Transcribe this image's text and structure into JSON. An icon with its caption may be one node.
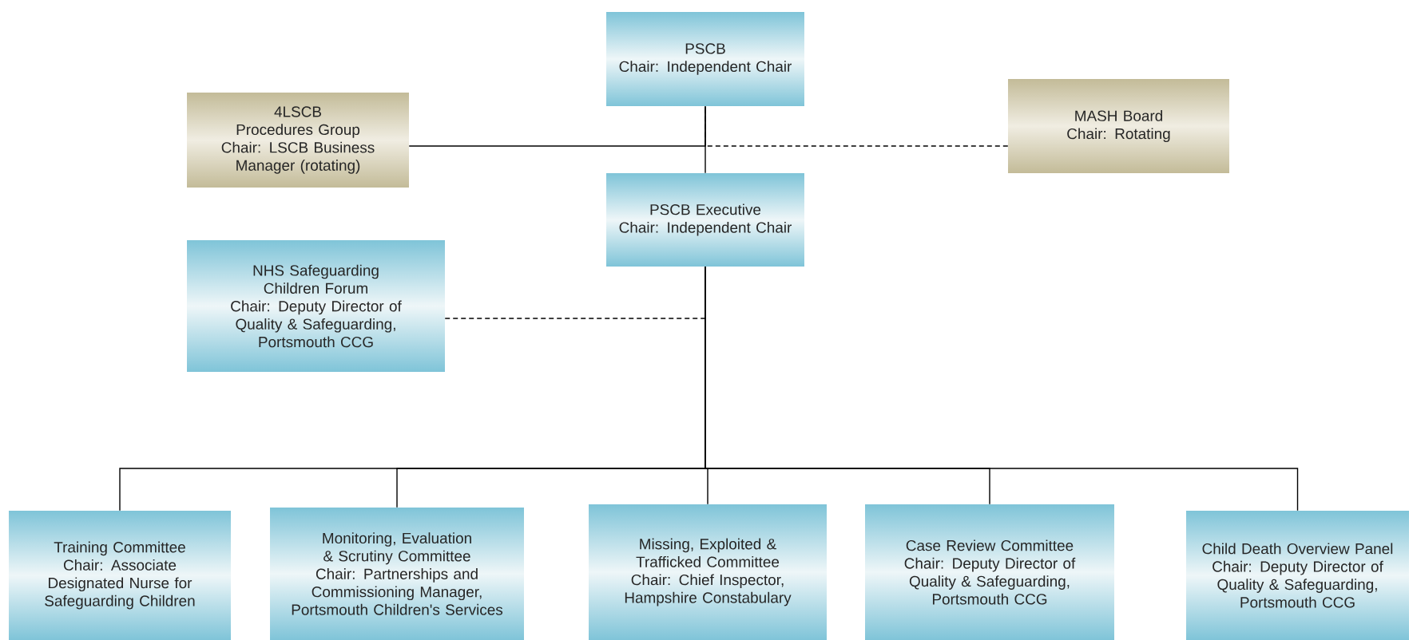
{
  "diagram": {
    "nodes": [
      {
        "text": [
          "PSCB",
          "Chair: Independent Chair"
        ]
      },
      {
        "text": [
          "4LSCB Procedures Group",
          "Chair: LSCB Business Manager (rotating)"
        ]
      },
      {
        "text": [
          "MASH Board",
          "Chair: Rotating"
        ]
      },
      {
        "text": [
          "PSCB Executive",
          "Chair: Independent Chair"
        ]
      },
      {
        "text": [
          "NHS Safeguarding Children Forum",
          "Chair: Deputy Director of Quality & Safeguarding, Portsmouth CCG"
        ]
      },
      {
        "text": [
          "Training Committee",
          "Chair: Associate Designated Nurse for Safeguarding Children"
        ]
      },
      {
        "text": [
          "Monitoring, Evaluation & Scrutiny Committee",
          "Chair: Partnerships and Commissioning Manager, Portsmouth Children's Services"
        ]
      },
      {
        "text": [
          "Missing, Exploited & Trafficked Committee",
          "Chair: Chief Inspector, Hampshire Constabulary"
        ]
      },
      {
        "text": [
          "Case Review Committee",
          "Chair: Deputy Director of Quality & Safeguarding, Portsmouth CCG"
        ]
      },
      {
        "text": [
          "Child Death Overview Panel",
          "Chair: Deputy Director of Quality & Safeguarding, Portsmouth CCG"
        ]
      }
    ],
    "edges": [
      {
        "from": 0,
        "to": 3,
        "arrow": "none"
      },
      {
        "from": 1,
        "to": 0,
        "arrow": "none"
      },
      {
        "from": 2,
        "to": 0,
        "arrow": "none",
        "style": "dashed"
      },
      {
        "from": 4,
        "to": 3,
        "arrow": "none",
        "style": "dashed"
      },
      {
        "from": 3,
        "to": 5,
        "arrow": "none"
      },
      {
        "from": 3,
        "to": 6,
        "arrow": "none"
      },
      {
        "from": 3,
        "to": 7,
        "arrow": "none"
      },
      {
        "from": 3,
        "to": 8,
        "arrow": "none"
      },
      {
        "from": 3,
        "to": 9,
        "arrow": "none"
      }
    ]
  }
}
